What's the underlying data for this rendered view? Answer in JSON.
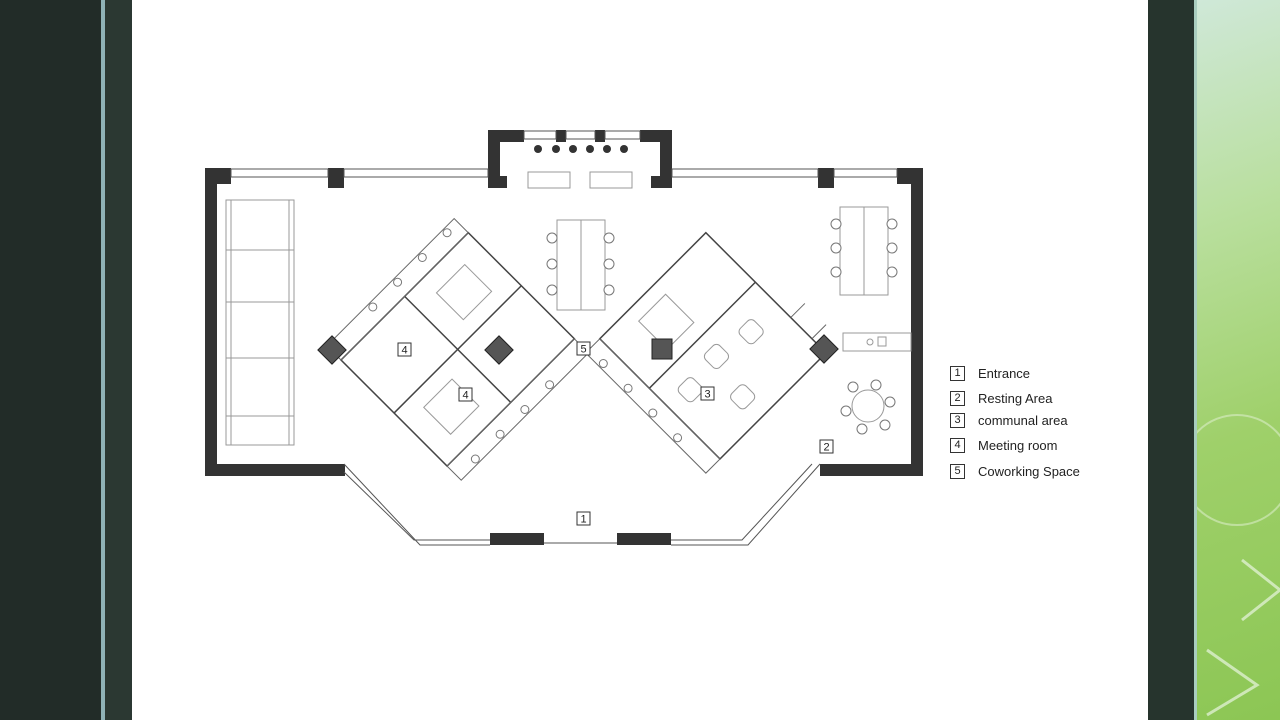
{
  "background": {
    "dark": "#222c28",
    "accent_line": "#8fb2b6",
    "green": "#9fd06a"
  },
  "plan": {
    "room_tags": [
      "1",
      "2",
      "3",
      "4",
      "4",
      "5"
    ]
  },
  "legend": {
    "items": [
      {
        "num": "1",
        "label": "Entrance"
      },
      {
        "num": "2",
        "label": "Resting Area"
      },
      {
        "num": "3",
        "label": "communal area"
      },
      {
        "num": "4",
        "label": "Meeting room"
      },
      {
        "num": "5",
        "label": "Coworking Space"
      }
    ]
  }
}
